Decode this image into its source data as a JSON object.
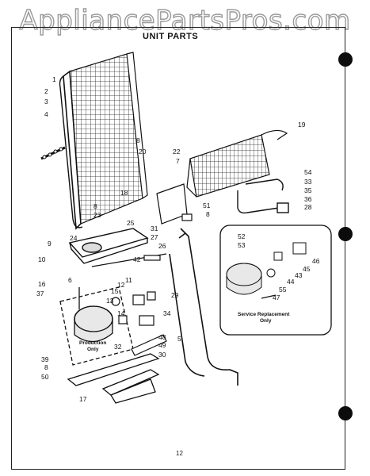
{
  "watermark": "AppliancePartsPros.com",
  "title": "UNIT PARTS",
  "page_number": "12",
  "notes": {
    "service_line1": "Service Replacement",
    "service_line2": "Only",
    "production_line1": "Production",
    "production_line2": "Only"
  },
  "callouts": [
    "1",
    "2",
    "3",
    "4",
    "8",
    "20",
    "19",
    "22",
    "7",
    "54",
    "33",
    "35",
    "36",
    "28",
    "18",
    "51",
    "8",
    "8",
    "23",
    "25",
    "31",
    "27",
    "26",
    "24",
    "9",
    "10",
    "42",
    "16",
    "6",
    "37",
    "12",
    "11",
    "13",
    "15",
    "29",
    "14",
    "34",
    "52",
    "53",
    "46",
    "45",
    "43",
    "44",
    "55",
    "47",
    "32",
    "48",
    "49",
    "39",
    "8",
    "50",
    "30",
    "17",
    "5"
  ]
}
